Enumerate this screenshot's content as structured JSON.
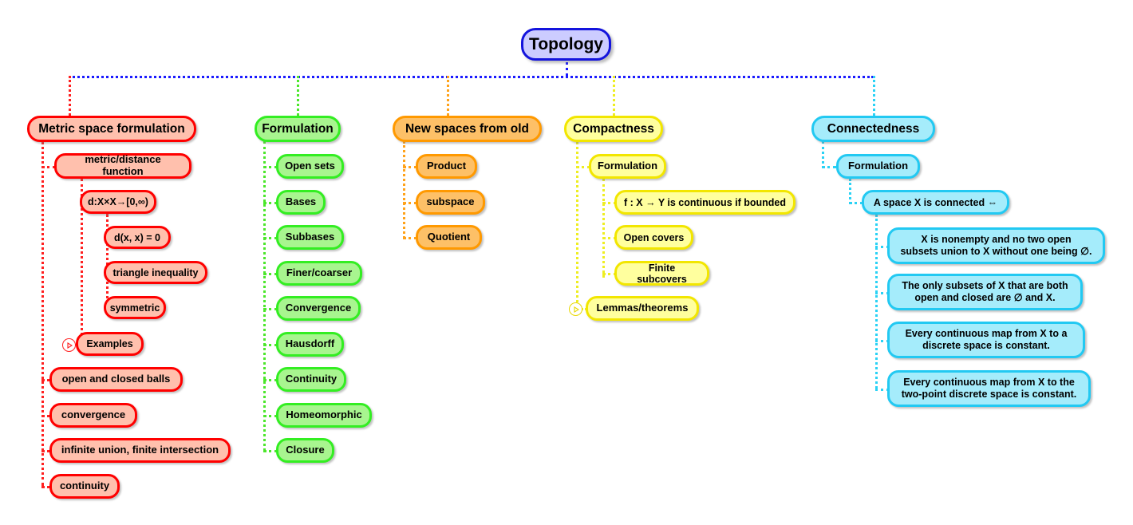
{
  "title": "Topology mind map",
  "root": {
    "label": "Topology",
    "color": "#ccccff",
    "border": "#1414dd"
  },
  "palette": {
    "red_fill": "#ffc0ad",
    "red_border": "#ff0000",
    "green_fill": "#a8f58f",
    "green_border": "#33ee22",
    "orange_fill": "#fdc067",
    "orange_border": "#ff9900",
    "yellow_fill": "#ffff9e",
    "yellow_border": "#f2e600",
    "cyan_fill": "#a5ecfb",
    "cyan_border": "#22c9f2",
    "trunk": "#1a1aff"
  },
  "branches": [
    {
      "id": "metric",
      "label": "Metric space formulation",
      "color": "red",
      "nodes": [
        {
          "label": "metric/distance function",
          "level": 2
        },
        {
          "label": "d:X×X→[0,∞)",
          "level": 3
        },
        {
          "label": "d(x, x) = 0",
          "level": 4
        },
        {
          "label": "triangle inequality",
          "level": 4
        },
        {
          "label": "symmetric",
          "level": 4
        },
        {
          "label": "Examples",
          "level": 3,
          "collapsed": true
        },
        {
          "label": "open and closed balls",
          "level": 2
        },
        {
          "label": "convergence",
          "level": 2
        },
        {
          "label": "infinite union, finite intersection",
          "level": 2
        },
        {
          "label": "continuity",
          "level": 2
        }
      ]
    },
    {
      "id": "formulation",
      "label": "Formulation",
      "color": "green",
      "nodes": [
        {
          "label": "Open sets",
          "level": 2
        },
        {
          "label": "Bases",
          "level": 2
        },
        {
          "label": "Subbases",
          "level": 2
        },
        {
          "label": "Finer/coarser",
          "level": 2
        },
        {
          "label": "Convergence",
          "level": 2
        },
        {
          "label": "Hausdorff",
          "level": 2
        },
        {
          "label": "Continuity",
          "level": 2
        },
        {
          "label": "Homeomorphic",
          "level": 2
        },
        {
          "label": "Closure",
          "level": 2
        }
      ]
    },
    {
      "id": "newspaces",
      "label": "New spaces from old",
      "color": "orange",
      "nodes": [
        {
          "label": "Product",
          "level": 2
        },
        {
          "label": "subspace",
          "level": 2
        },
        {
          "label": "Quotient",
          "level": 2
        }
      ]
    },
    {
      "id": "compactness",
      "label": "Compactness",
      "color": "yellow",
      "nodes": [
        {
          "label": "Formulation",
          "level": 2
        },
        {
          "label": "f : X → Y is continuous if bounded",
          "level": 3
        },
        {
          "label": "Open covers",
          "level": 3
        },
        {
          "label": "Finite subcovers",
          "level": 3
        },
        {
          "label": "Lemmas/theorems",
          "level": 2,
          "collapsed": true
        }
      ]
    },
    {
      "id": "connectedness",
      "label": "Connectedness",
      "color": "cyan",
      "nodes": [
        {
          "label": "Formulation",
          "level": 2
        },
        {
          "label": "A space X is connected ⇔",
          "level": 3
        },
        {
          "label": "X is nonempty and no two open\nsubsets union to X without one being ∅.",
          "level": 4
        },
        {
          "label": "The only subsets of X that are both\nopen and closed are ∅ and X.",
          "level": 4
        },
        {
          "label": "Every continuous map from X to a\ndiscrete space is constant.",
          "level": 4
        },
        {
          "label": "Every continuous map from X to the\ntwo-point discrete space is constant.",
          "level": 4
        }
      ]
    }
  ]
}
